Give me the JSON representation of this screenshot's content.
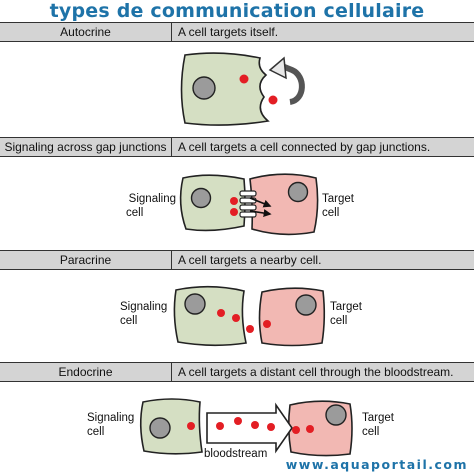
{
  "title": "types de communication cellulaire",
  "sections": [
    {
      "name": "Autocrine",
      "description": "A cell targets itself."
    },
    {
      "name": "Signaling across gap junctions",
      "description": "A cell targets a cell connected by gap junctions.",
      "left_label_line1": "Signaling",
      "left_label_line2": "cell",
      "right_label_line1": "Target",
      "right_label_line2": "cell"
    },
    {
      "name": "Paracrine",
      "description": "A cell targets a nearby cell.",
      "left_label_line1": "Signaling",
      "left_label_line2": "cell",
      "right_label_line1": "Target",
      "right_label_line2": "cell"
    },
    {
      "name": "Endocrine",
      "description": "A cell targets a distant cell through the bloodstream.",
      "left_label_line1": "Signaling",
      "left_label_line2": "cell",
      "right_label_line1": "Target",
      "right_label_line2": "cell",
      "vessel_label": "bloodstream"
    }
  ],
  "watermark": "www.aquaportail.com",
  "colors": {
    "title": "#1e73a8",
    "signaling_cell": "#d5dfc3",
    "target_cell": "#f2b8b3",
    "nucleus": "#9b9b9b",
    "signal_molecule": "#e31e24",
    "header_bg": "#d4d4d4",
    "outline": "#222222"
  }
}
